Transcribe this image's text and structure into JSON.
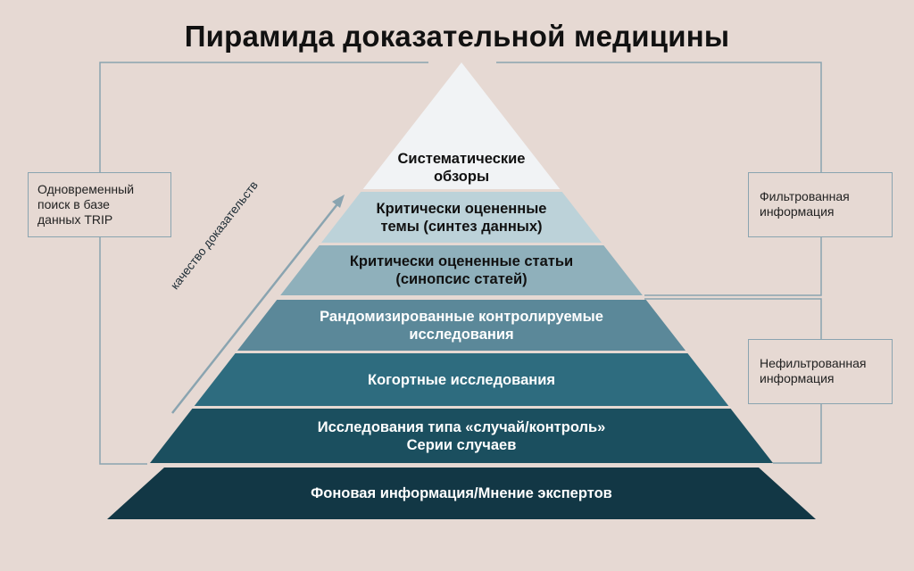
{
  "title": "Пирамида доказательной медицины",
  "colors": {
    "background": "#e6d9d3",
    "frame_line": "#8aa4b0",
    "tiers": [
      "#f1f3f5",
      "#bcd2d9",
      "#8fb0bb",
      "#5b8899",
      "#2e6c7f",
      "#1b4f5f",
      "#123745"
    ]
  },
  "left_box": {
    "lines": [
      "Одновременный",
      "поиск в базе",
      "данных TRIP"
    ]
  },
  "right_box_filtered": {
    "lines": [
      "Фильтрованная",
      "информация"
    ]
  },
  "right_box_unfiltered": {
    "lines": [
      "Нефильтрованная",
      "информация"
    ]
  },
  "arrow": {
    "label": "качество доказательств",
    "icon": "arrow-up-right-icon"
  },
  "tiers": [
    {
      "lines": [
        "Систематические",
        "обзоры"
      ],
      "text_color": "#111111"
    },
    {
      "lines": [
        "Критически оцененные",
        "темы (синтез данных)"
      ],
      "text_color": "#111111"
    },
    {
      "lines": [
        "Критически оцененные статьи",
        "(синопсис статей)"
      ],
      "text_color": "#111111"
    },
    {
      "lines": [
        "Рандомизированные контролируемые",
        "исследования"
      ],
      "text_color": "#ffffff"
    },
    {
      "lines": [
        "Когортные исследования"
      ],
      "text_color": "#ffffff"
    },
    {
      "lines": [
        "Исследования типа «случай/контроль»",
        "Серии случаев"
      ],
      "text_color": "#ffffff"
    },
    {
      "lines": [
        "Фоновая информация/Мнение экспертов"
      ],
      "text_color": "#ffffff"
    }
  ]
}
